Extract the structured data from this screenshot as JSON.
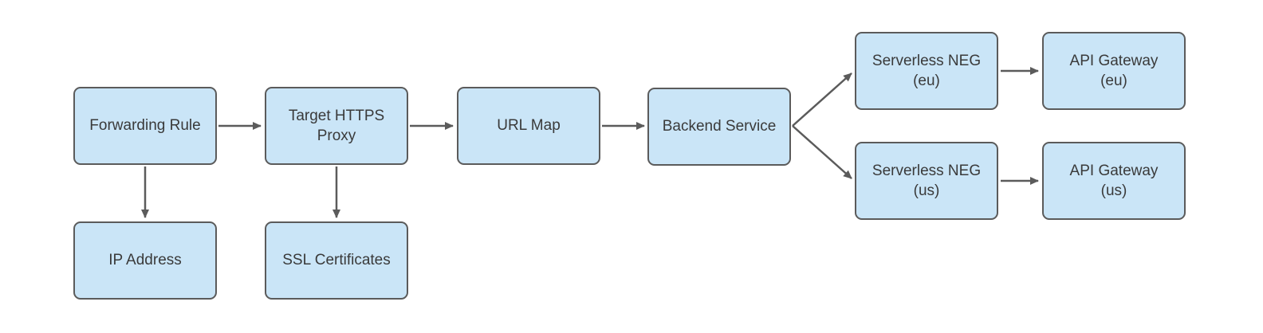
{
  "diagram": {
    "type": "flowchart",
    "description": "Load balancer architecture flow from Forwarding Rule through Backend Service fanning out to regional Serverless NEGs and API Gateways",
    "colors": {
      "node_fill": "#cae5f7",
      "node_border": "#5b5b5b",
      "arrow": "#5b5b5b",
      "text": "#3a3a3a",
      "background": "#ffffff"
    },
    "nodes": [
      {
        "id": "forwarding-rule",
        "label": "Forwarding Rule"
      },
      {
        "id": "ip-address",
        "label": "IP Address"
      },
      {
        "id": "target-https-proxy",
        "label": "Target HTTPS\nProxy"
      },
      {
        "id": "ssl-certificates",
        "label": "SSL Certificates"
      },
      {
        "id": "url-map",
        "label": "URL Map"
      },
      {
        "id": "backend-service",
        "label": "Backend Service"
      },
      {
        "id": "serverless-neg-eu",
        "label": "Serverless NEG\n(eu)"
      },
      {
        "id": "api-gateway-eu",
        "label": "API Gateway\n(eu)"
      },
      {
        "id": "serverless-neg-us",
        "label": "Serverless NEG\n(us)"
      },
      {
        "id": "api-gateway-us",
        "label": "API Gateway\n(us)"
      }
    ],
    "edges": [
      {
        "from": "forwarding-rule",
        "to": "target-https-proxy",
        "direction": "right"
      },
      {
        "from": "forwarding-rule",
        "to": "ip-address",
        "direction": "down"
      },
      {
        "from": "target-https-proxy",
        "to": "url-map",
        "direction": "right"
      },
      {
        "from": "target-https-proxy",
        "to": "ssl-certificates",
        "direction": "down"
      },
      {
        "from": "url-map",
        "to": "backend-service",
        "direction": "right"
      },
      {
        "from": "backend-service",
        "to": "serverless-neg-eu",
        "direction": "up-right"
      },
      {
        "from": "backend-service",
        "to": "serverless-neg-us",
        "direction": "down-right"
      },
      {
        "from": "serverless-neg-eu",
        "to": "api-gateway-eu",
        "direction": "right"
      },
      {
        "from": "serverless-neg-us",
        "to": "api-gateway-us",
        "direction": "right"
      }
    ]
  }
}
